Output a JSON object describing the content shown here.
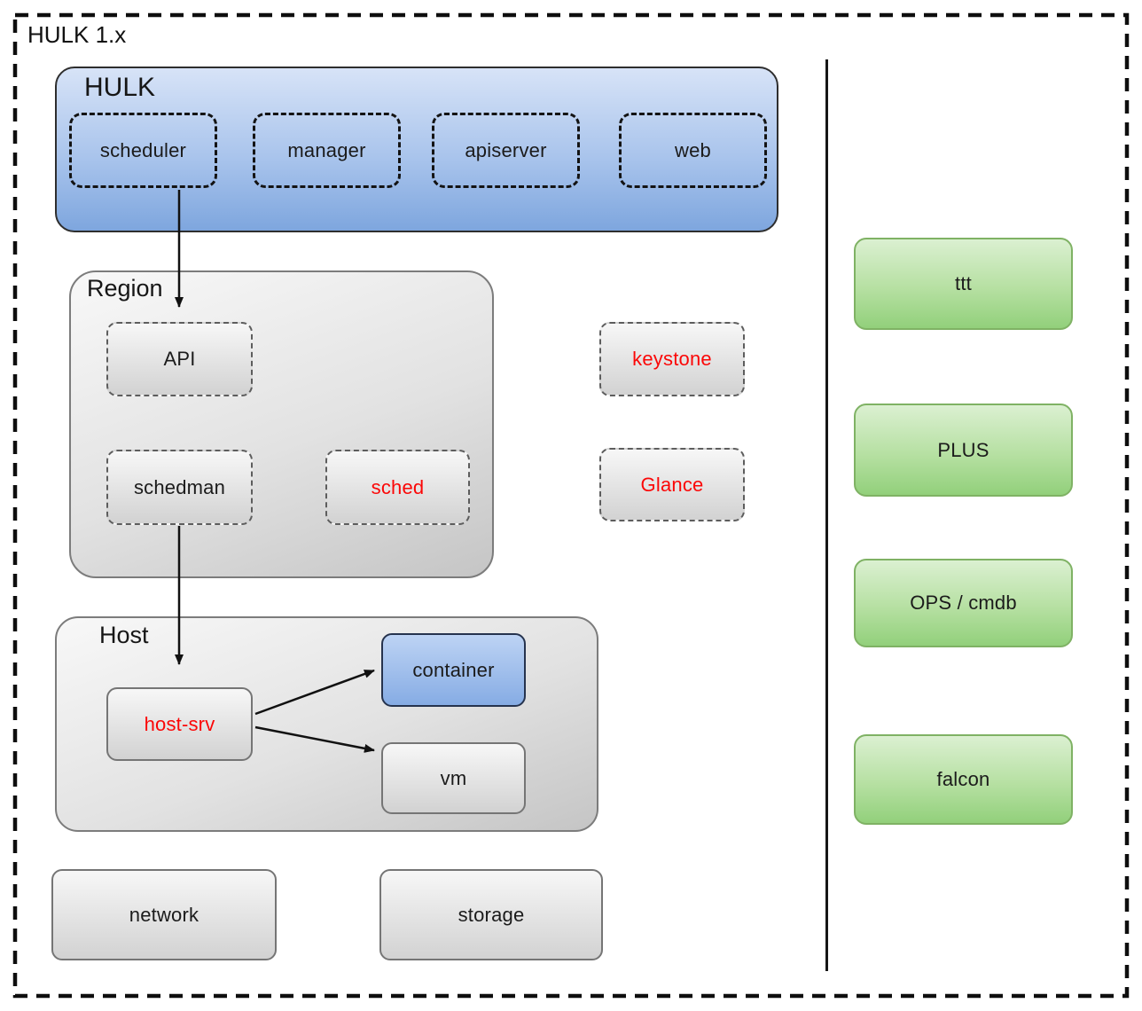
{
  "frame": {
    "title": "HULK 1.x"
  },
  "hulk": {
    "label": "HULK",
    "modules": [
      {
        "label": "scheduler"
      },
      {
        "label": "manager"
      },
      {
        "label": "apiserver"
      },
      {
        "label": "web"
      }
    ]
  },
  "region": {
    "label": "Region",
    "api": {
      "label": "API"
    },
    "schedman": {
      "label": "schedman"
    },
    "sched": {
      "label": "sched"
    }
  },
  "services": {
    "keystone": {
      "label": "keystone"
    },
    "glance": {
      "label": "Glance"
    }
  },
  "host": {
    "label": "Host",
    "host_srv": {
      "label": "host-srv"
    },
    "container": {
      "label": "container"
    },
    "vm": {
      "label": "vm"
    }
  },
  "infra": {
    "network": {
      "label": "network"
    },
    "storage": {
      "label": "storage"
    }
  },
  "external": {
    "items": [
      {
        "label": "ttt"
      },
      {
        "label": "PLUS"
      },
      {
        "label": "OPS / cmdb"
      },
      {
        "label": "falcon"
      }
    ]
  },
  "colors": {
    "blue_top": "#d7e3f7",
    "blue_bottom": "#7ea6de",
    "gray_top": "#f8f8f8",
    "gray_bottom": "#c5c5c5",
    "green_top": "#dbf0d1",
    "green_bottom": "#92d07b",
    "green_border": "#7fb264",
    "red_label": "#fb0707",
    "black_label": "#1b1b1b",
    "line_black": "#111111"
  }
}
